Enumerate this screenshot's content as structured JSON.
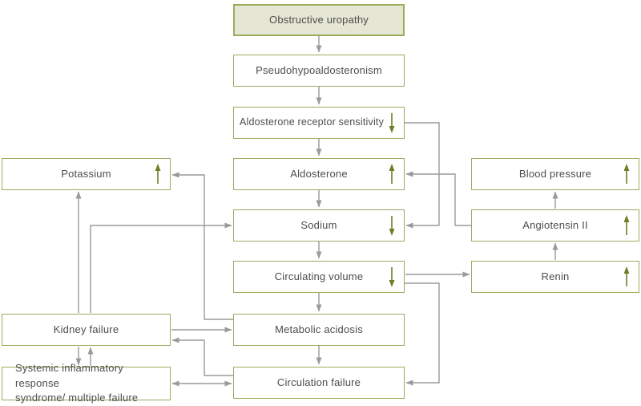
{
  "figure": {
    "type": "flowchart",
    "topic": "Pathophysiology flowchart from obstructive uropathy to circulation failure"
  },
  "colors": {
    "box_border": "#9fa95e",
    "root_box_fill": "#e5e6d3",
    "box_fill": "#ffffff",
    "text": "#4d4d4d",
    "connector_gray": "#9a9a9a",
    "trend_arrow_green": "#6e7d26"
  },
  "nodes": [
    {
      "id": "obstructive-uropathy",
      "label": "Obstructive uropathy",
      "trend": "none"
    },
    {
      "id": "pseudohypoaldosteronism",
      "label": "Pseudohypoaldosteronism",
      "trend": "none"
    },
    {
      "id": "aldosterone-receptor-sensitivity",
      "label": "Aldosterone receptor sensitivity",
      "trend": "down"
    },
    {
      "id": "aldosterone",
      "label": "Aldosterone",
      "trend": "up"
    },
    {
      "id": "sodium",
      "label": "Sodium",
      "trend": "down"
    },
    {
      "id": "circulating-volume",
      "label": "Circulating volume",
      "trend": "down"
    },
    {
      "id": "metabolic-acidosis",
      "label": "Metabolic acidosis",
      "trend": "none"
    },
    {
      "id": "circulation-failure",
      "label": "Circulation failure",
      "trend": "none"
    },
    {
      "id": "potassium",
      "label": "Potassium",
      "trend": "up"
    },
    {
      "id": "kidney-failure",
      "label": "Kidney failure",
      "trend": "none"
    },
    {
      "id": "sirs",
      "label": "Systemic inflammatory response syndrome/ multiple failure",
      "line1": "Systemic inflammatory response",
      "line2": "syndrome/ multiple failure",
      "trend": "none"
    },
    {
      "id": "blood-pressure",
      "label": "Blood pressure",
      "trend": "up"
    },
    {
      "id": "angiotensin-ii",
      "label": "Angiotensin II",
      "trend": "up"
    },
    {
      "id": "renin",
      "label": "Renin",
      "trend": "up"
    }
  ],
  "edges": [
    {
      "from": "obstructive-uropathy",
      "to": "pseudohypoaldosteronism"
    },
    {
      "from": "pseudohypoaldosteronism",
      "to": "aldosterone-receptor-sensitivity"
    },
    {
      "from": "aldosterone-receptor-sensitivity",
      "to": "aldosterone"
    },
    {
      "from": "aldosterone",
      "to": "sodium"
    },
    {
      "from": "sodium",
      "to": "circulating-volume"
    },
    {
      "from": "circulating-volume",
      "to": "metabolic-acidosis"
    },
    {
      "from": "metabolic-acidosis",
      "to": "circulation-failure"
    },
    {
      "from": "aldosterone-receptor-sensitivity",
      "to": "sodium"
    },
    {
      "from": "angiotensin-ii",
      "to": "aldosterone"
    },
    {
      "from": "circulating-volume",
      "to": "renin"
    },
    {
      "from": "renin",
      "to": "angiotensin-ii"
    },
    {
      "from": "angiotensin-ii",
      "to": "blood-pressure"
    },
    {
      "from": "circulating-volume",
      "to": "circulation-failure"
    },
    {
      "from": "kidney-failure",
      "to": "potassium"
    },
    {
      "from": "kidney-failure",
      "to": "sodium"
    },
    {
      "from": "kidney-failure",
      "to": "metabolic-acidosis"
    },
    {
      "from": "metabolic-acidosis",
      "to": "potassium"
    },
    {
      "from": "circulation-failure",
      "to": "kidney-failure"
    },
    {
      "from": "kidney-failure",
      "to": "sirs",
      "bidirectional": true
    },
    {
      "from": "sirs",
      "to": "circulation-failure",
      "bidirectional": true
    }
  ]
}
